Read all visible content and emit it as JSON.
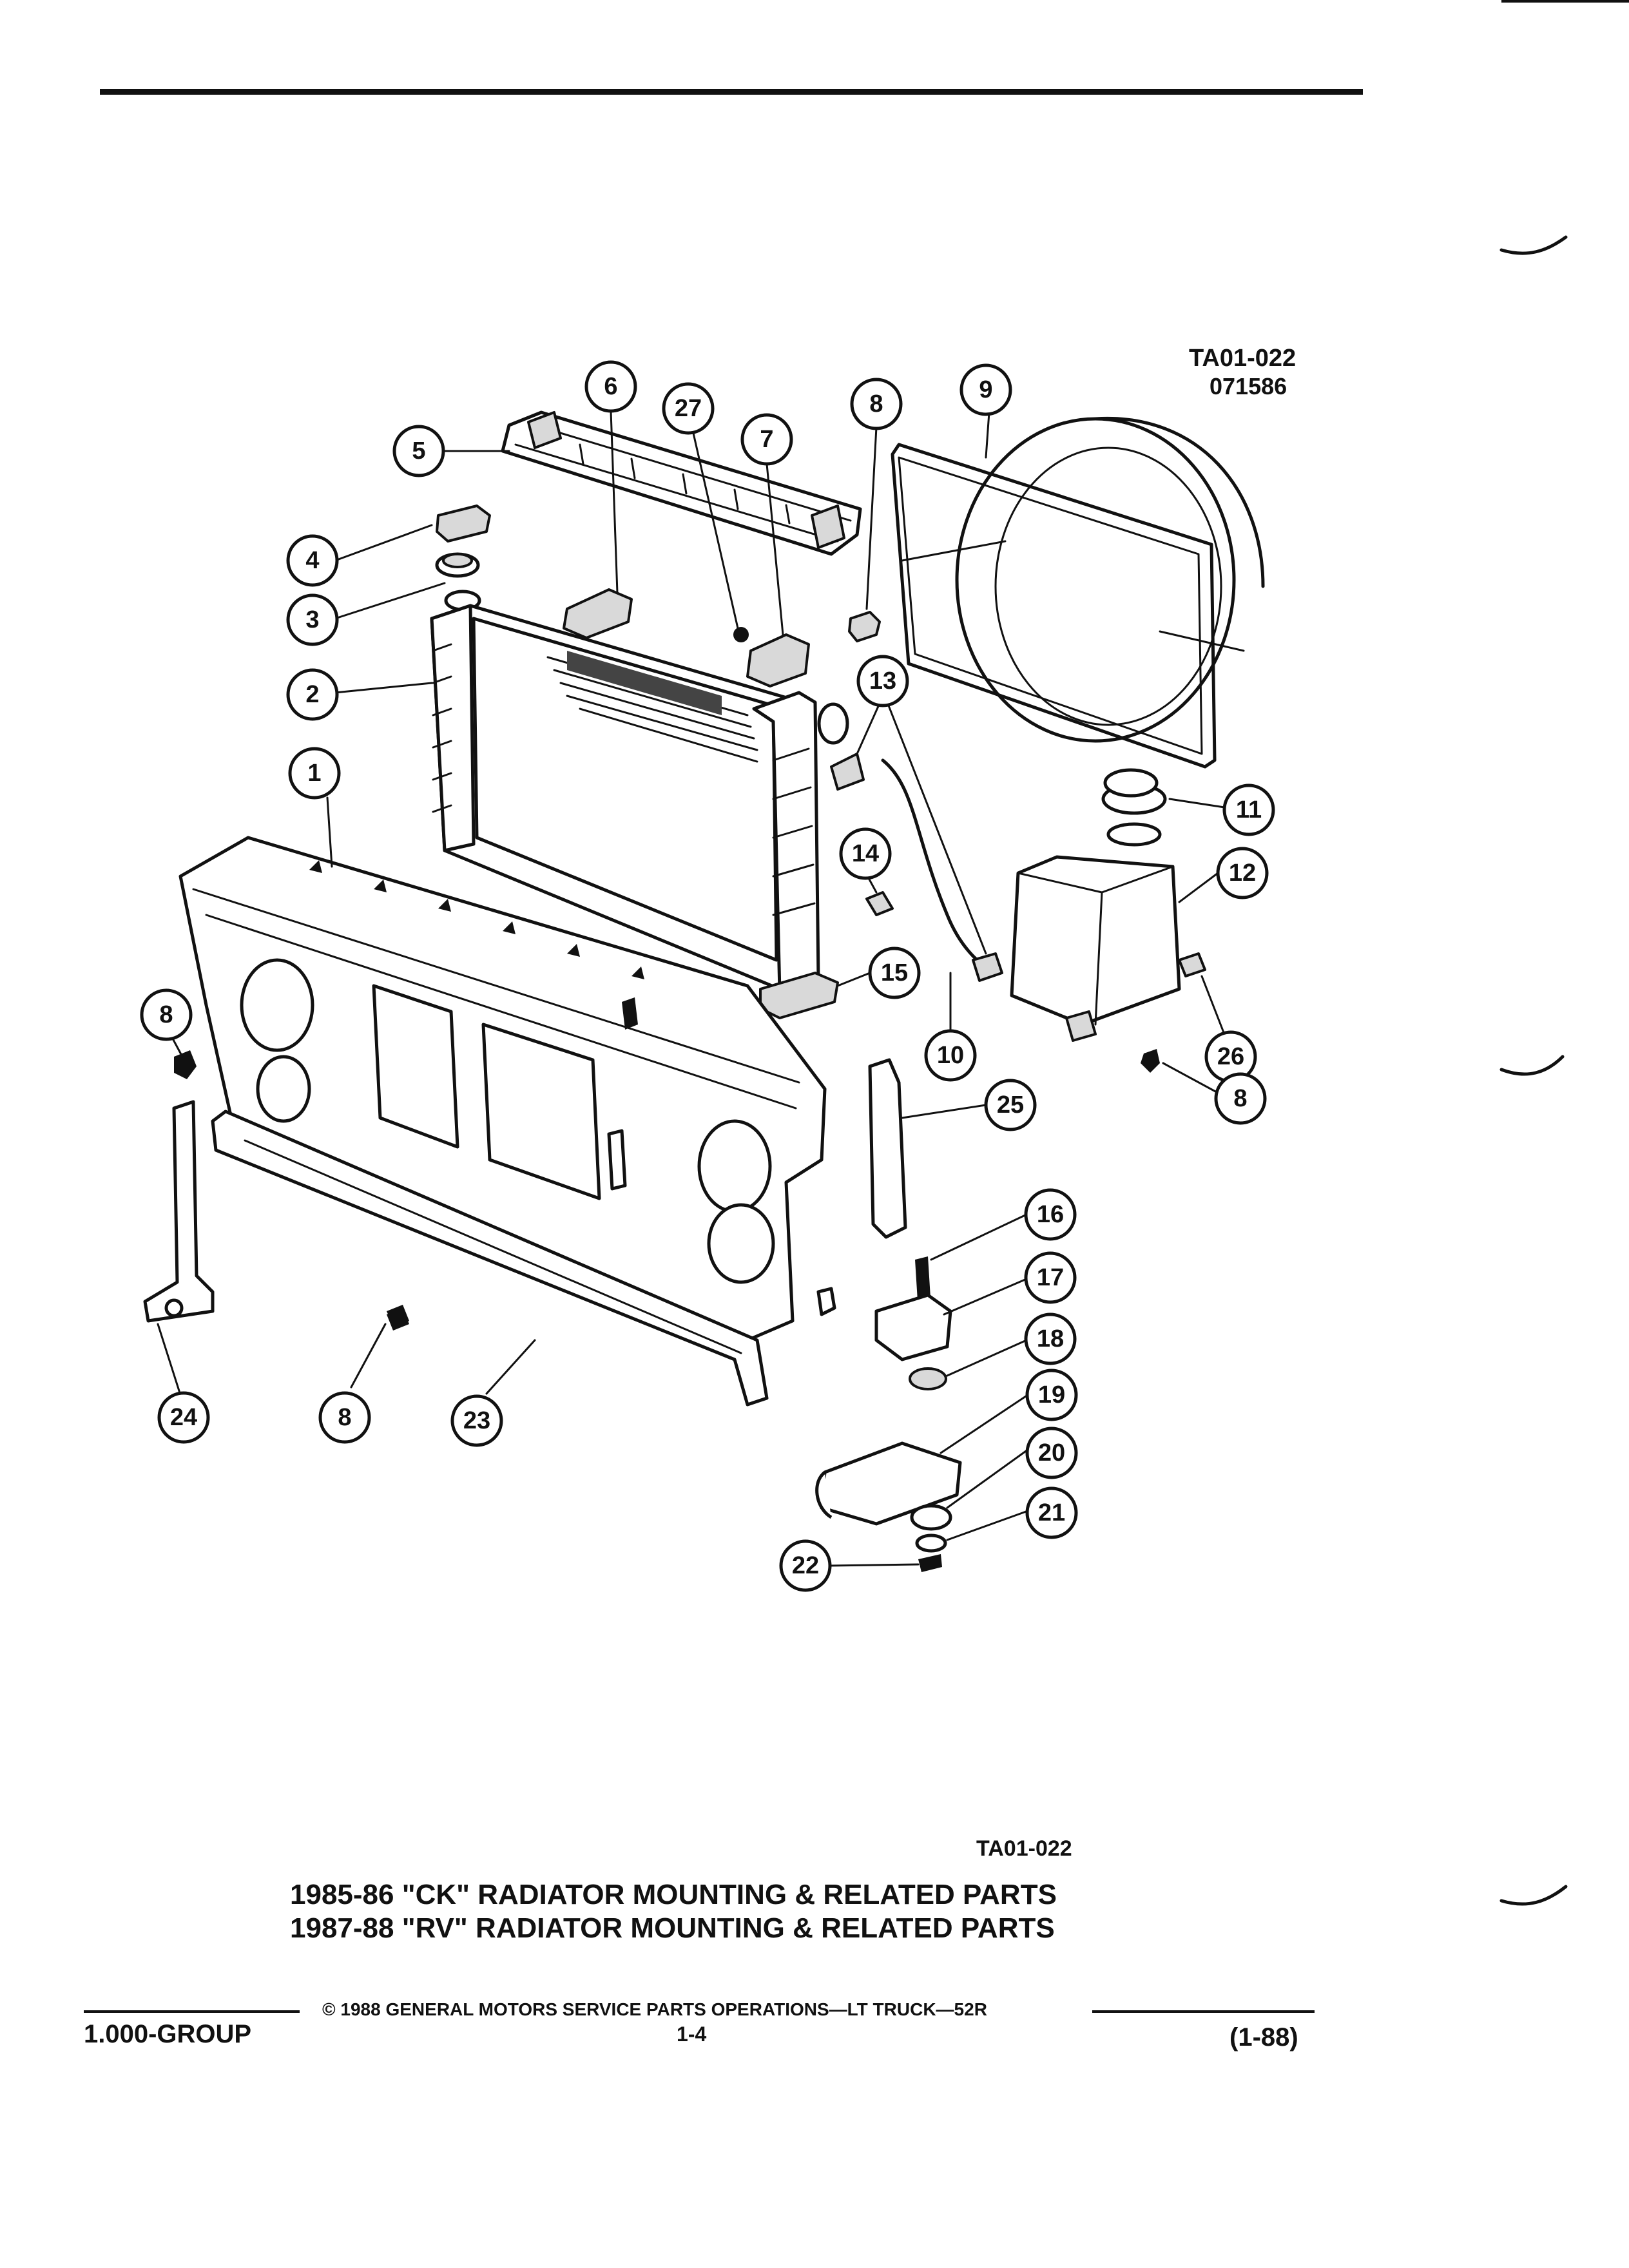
{
  "header": {
    "code_top": "TA01-022",
    "date_code": "071586"
  },
  "figure": {
    "code_bottom": "TA01-022",
    "caption_line_1": "1985-86 \"CK\" RADIATOR MOUNTING & RELATED PARTS",
    "caption_line_2": "1987-88 \"RV\" RADIATOR MOUNTING & RELATED PARTS"
  },
  "callouts": [
    "1",
    "2",
    "3",
    "4",
    "5",
    "6",
    "27",
    "7",
    "8",
    "9",
    "13",
    "11",
    "12",
    "14",
    "15",
    "10",
    "26",
    "8",
    "8",
    "25",
    "16",
    "17",
    "18",
    "19",
    "20",
    "21",
    "22",
    "24",
    "8",
    "23"
  ],
  "footer": {
    "group": "1.000-GROUP",
    "copyright": "© 1988 GENERAL MOTORS SERVICE PARTS OPERATIONS—LT TRUCK—52R",
    "page": "1-4",
    "revision": "(1-88)"
  }
}
